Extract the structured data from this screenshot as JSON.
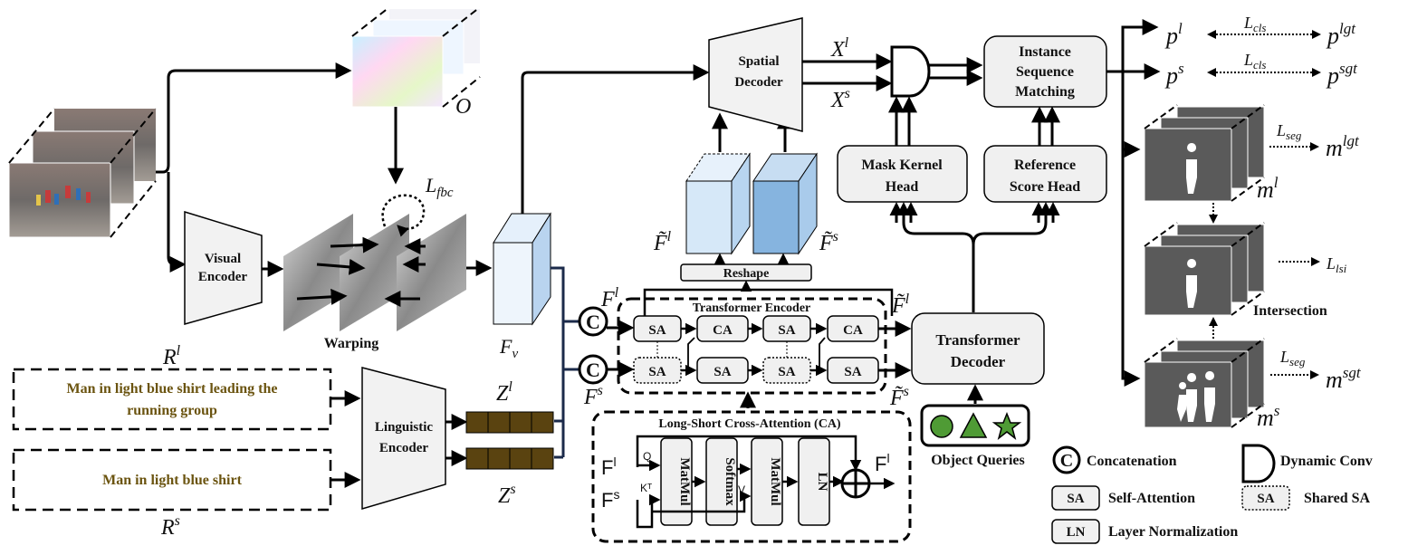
{
  "modules": {
    "visual_encoder": [
      "Visual",
      "Encoder"
    ],
    "linguistic_encoder": [
      "Linguistic",
      "Encoder"
    ],
    "spatial_decoder": [
      "Spatial",
      "Decoder"
    ],
    "instance_matching": [
      "Instance",
      "Sequence",
      "Matching"
    ],
    "mask_kernel_head": [
      "Mask Kernel",
      "Head"
    ],
    "reference_score_head": [
      "Reference",
      "Score Head"
    ],
    "transformer_decoder": [
      "Transformer",
      "Decoder"
    ],
    "reshape": "Reshape",
    "object_queries": "Object Queries",
    "warping": "Warping",
    "transformer_encoder": "Transformer Encoder",
    "cross_attention": "Long-Short Cross-Attention (CA)",
    "intersection": "Intersection"
  },
  "encoder_blocks": {
    "sa": "SA",
    "ca": "CA"
  },
  "ca_blocks": {
    "matmul": "MatMul",
    "softmax": "Softmax",
    "ln": "LN",
    "q": "Q",
    "k": "Kᵀ",
    "v": "V"
  },
  "expressions": {
    "long": "Man in light blue shirt leading the running group",
    "long_lines": [
      "Man in light blue shirt leading the",
      "running group"
    ],
    "short": "Man in light blue shirt"
  },
  "symbols": {
    "O": "O",
    "L_fbc": "L",
    "L_fbc_sub": "fbc",
    "F_v": "F",
    "F_v_sub": "v",
    "R_l": "R",
    "R_l_sup": "l",
    "R_s": "R",
    "R_s_sup": "s",
    "Z_l": "Z",
    "Z_l_sup": "l",
    "Z_s": "Z",
    "Z_s_sup": "s",
    "F_l": "F",
    "F_l_sup": "l",
    "F_s": "F",
    "F_s_sup": "s",
    "X_l": "X",
    "X_l_sup": "l",
    "X_s": "X",
    "X_s_sup": "s",
    "Ft_l": "F̃",
    "Ft_l_sup": "l",
    "Ft_s": "F̃",
    "Ft_s_sup": "s",
    "p_l": "p",
    "p_l_sup": "l",
    "p_s": "p",
    "p_s_sup": "s",
    "p_lgt": "p",
    "p_lgt_sup": "lgt",
    "p_sgt": "p",
    "p_sgt_sup": "sgt",
    "L_cls": "L",
    "L_cls_sub": "cls",
    "L_seg": "L",
    "L_seg_sub": "seg",
    "L_lsi": "L",
    "L_lsi_sub": "lsi",
    "m_lgt": "m",
    "m_lgt_sup": "lgt",
    "m_l": "m",
    "m_l_sup": "l",
    "m_s": "m",
    "m_s_sup": "s",
    "m_sgt": "m",
    "m_sgt_sup": "sgt",
    "concat": "C",
    "ca_F": "F",
    "ca_F_sup": "l",
    "ca_Fl": "F",
    "ca_Fl_sup": "l",
    "ca_Fs": "F",
    "ca_Fs_sup": "s"
  },
  "legend": {
    "concatenation": "Concatenation",
    "dynamic_conv": "Dynamic Conv",
    "sa_box": "SA",
    "self_attention": "Self-Attention",
    "shared_box": "SA",
    "shared_sa": "Shared SA",
    "ln_box": "LN",
    "layer_norm": "Layer Normalization"
  },
  "colors": {
    "cube_light": "#d6e8f8",
    "cube_dark": "#86b4df",
    "feature_front": "#eef5fc",
    "token": "#5a4310",
    "mask_bg": "#5a5a5a",
    "box_fill": "#f0f0f0",
    "query_green": "#4f9b35",
    "expression_text": "#6b5410"
  }
}
